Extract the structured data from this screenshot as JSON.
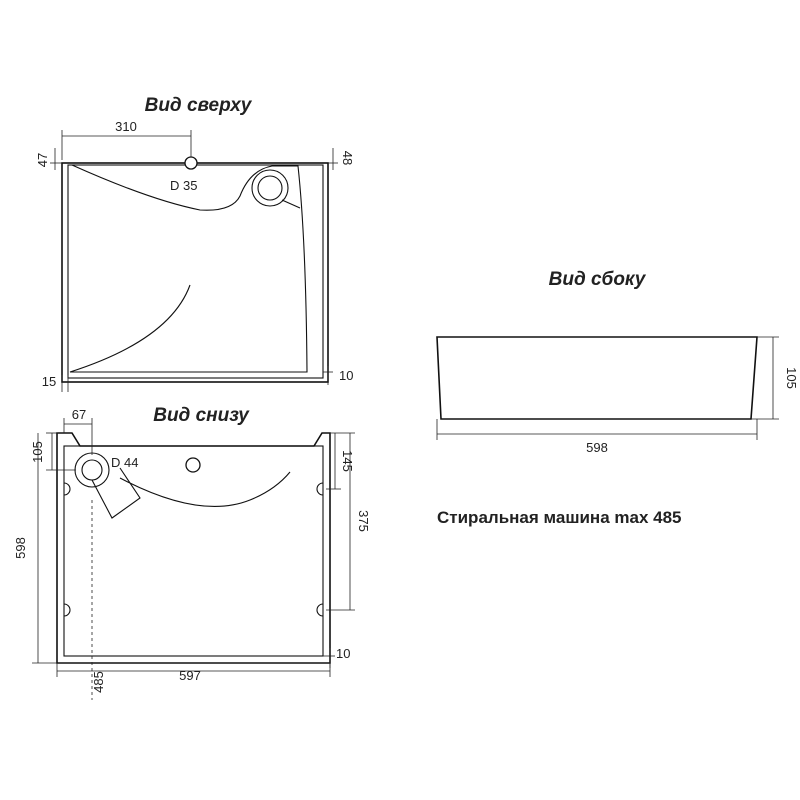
{
  "views": {
    "top": {
      "title": "Вид сверху",
      "dims": {
        "width_to_hole": "310",
        "left_offset": "47",
        "right_offset": "48",
        "bottom_left": "15",
        "bottom_right": "10"
      },
      "hole_label": "D 35"
    },
    "bottom": {
      "title": "Вид снизу",
      "dims": {
        "drain_x": "67",
        "drain_y": "105",
        "right_upper": "145",
        "right_lower": "375",
        "depth": "598",
        "width": "597",
        "left_bottom": "485",
        "bottom_right": "10"
      },
      "hole_label": "D 44"
    },
    "side": {
      "title": "Вид сбоку",
      "dims": {
        "length": "598",
        "height": "105"
      }
    }
  },
  "note": "Стиральная машина max 485"
}
